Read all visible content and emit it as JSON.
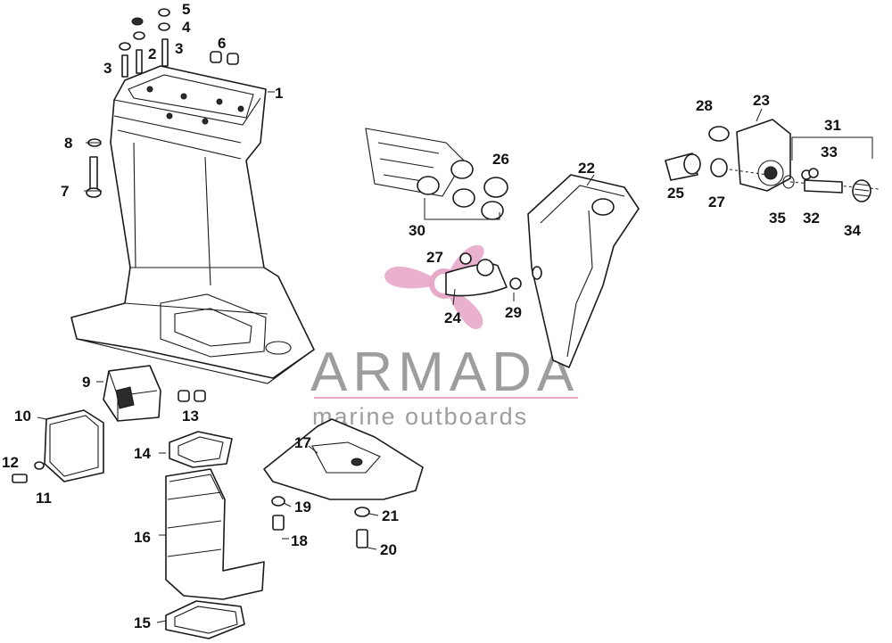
{
  "diagram": {
    "callouts": [
      "1",
      "2",
      "3",
      "3",
      "4",
      "5",
      "6",
      "7",
      "8",
      "9",
      "10",
      "11",
      "12",
      "13",
      "14",
      "15",
      "16",
      "17",
      "18",
      "19",
      "20",
      "21",
      "22",
      "23",
      "24",
      "25",
      "26",
      "27",
      "27",
      "28",
      "29",
      "30",
      "31",
      "32",
      "33",
      "34",
      "35"
    ]
  },
  "watermark": {
    "brand": "ARMADA",
    "tagline": "marine outboards",
    "brand_color": "#8c8c8c",
    "accent_color": "#e7a9c8"
  }
}
